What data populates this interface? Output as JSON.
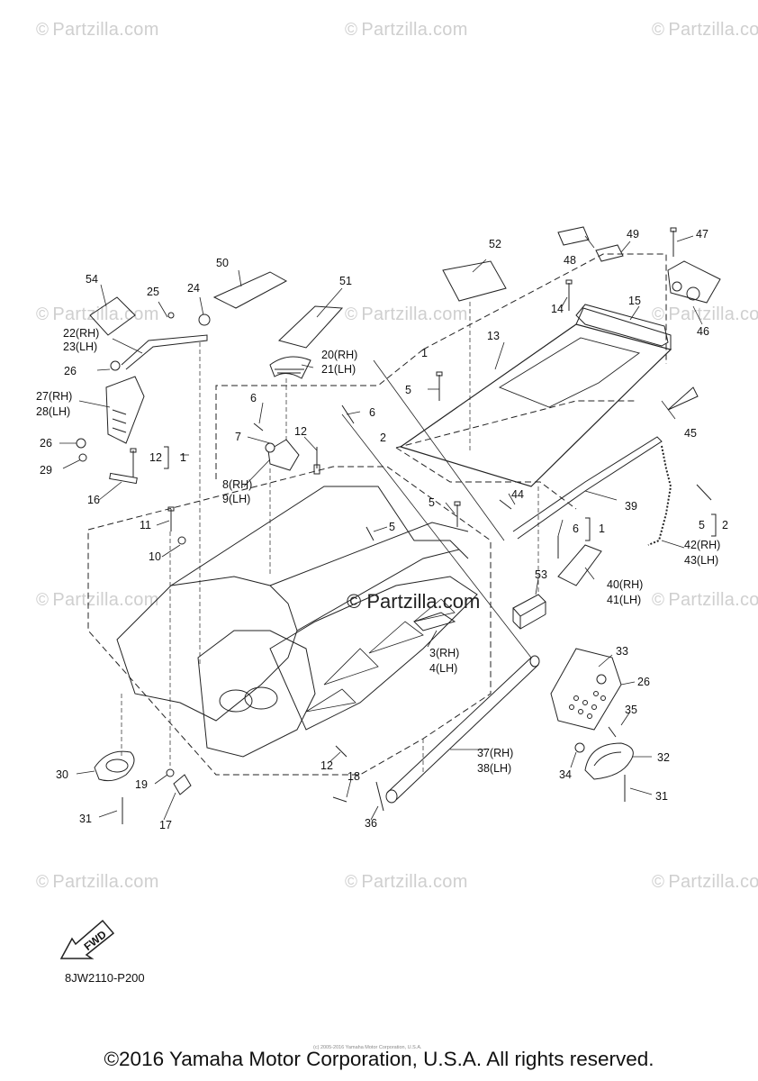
{
  "watermark": {
    "text": "Partzilla.com",
    "symbol": "©",
    "center_text": "Partzilla.com"
  },
  "callouts": [
    "1",
    "2",
    "3(RH)",
    "4(LH)",
    "5",
    "6",
    "7",
    "8(RH)",
    "9(LH)",
    "10",
    "11",
    "12",
    "13",
    "14",
    "15",
    "16",
    "17",
    "18",
    "19",
    "20(RH)",
    "21(LH)",
    "22(RH)",
    "23(LH)",
    "24",
    "25",
    "26",
    "27(RH)",
    "28(LH)",
    "29",
    "30",
    "31",
    "32",
    "33",
    "34",
    "35",
    "36",
    "37(RH)",
    "38(LH)",
    "39",
    "40(RH)",
    "41(LH)",
    "42(RH)",
    "43(LH)",
    "44",
    "45",
    "46",
    "47",
    "48",
    "49",
    "50",
    "51",
    "52",
    "53",
    "54"
  ],
  "fwd_label": "FWD",
  "diagram_code": "8JW2110-P200",
  "small_copyright": "(c) 2005-2016 Yamaha Motor Corporation, U.S.A.",
  "footer": "©2016 Yamaha Motor Corporation, U.S.A. All rights reserved."
}
